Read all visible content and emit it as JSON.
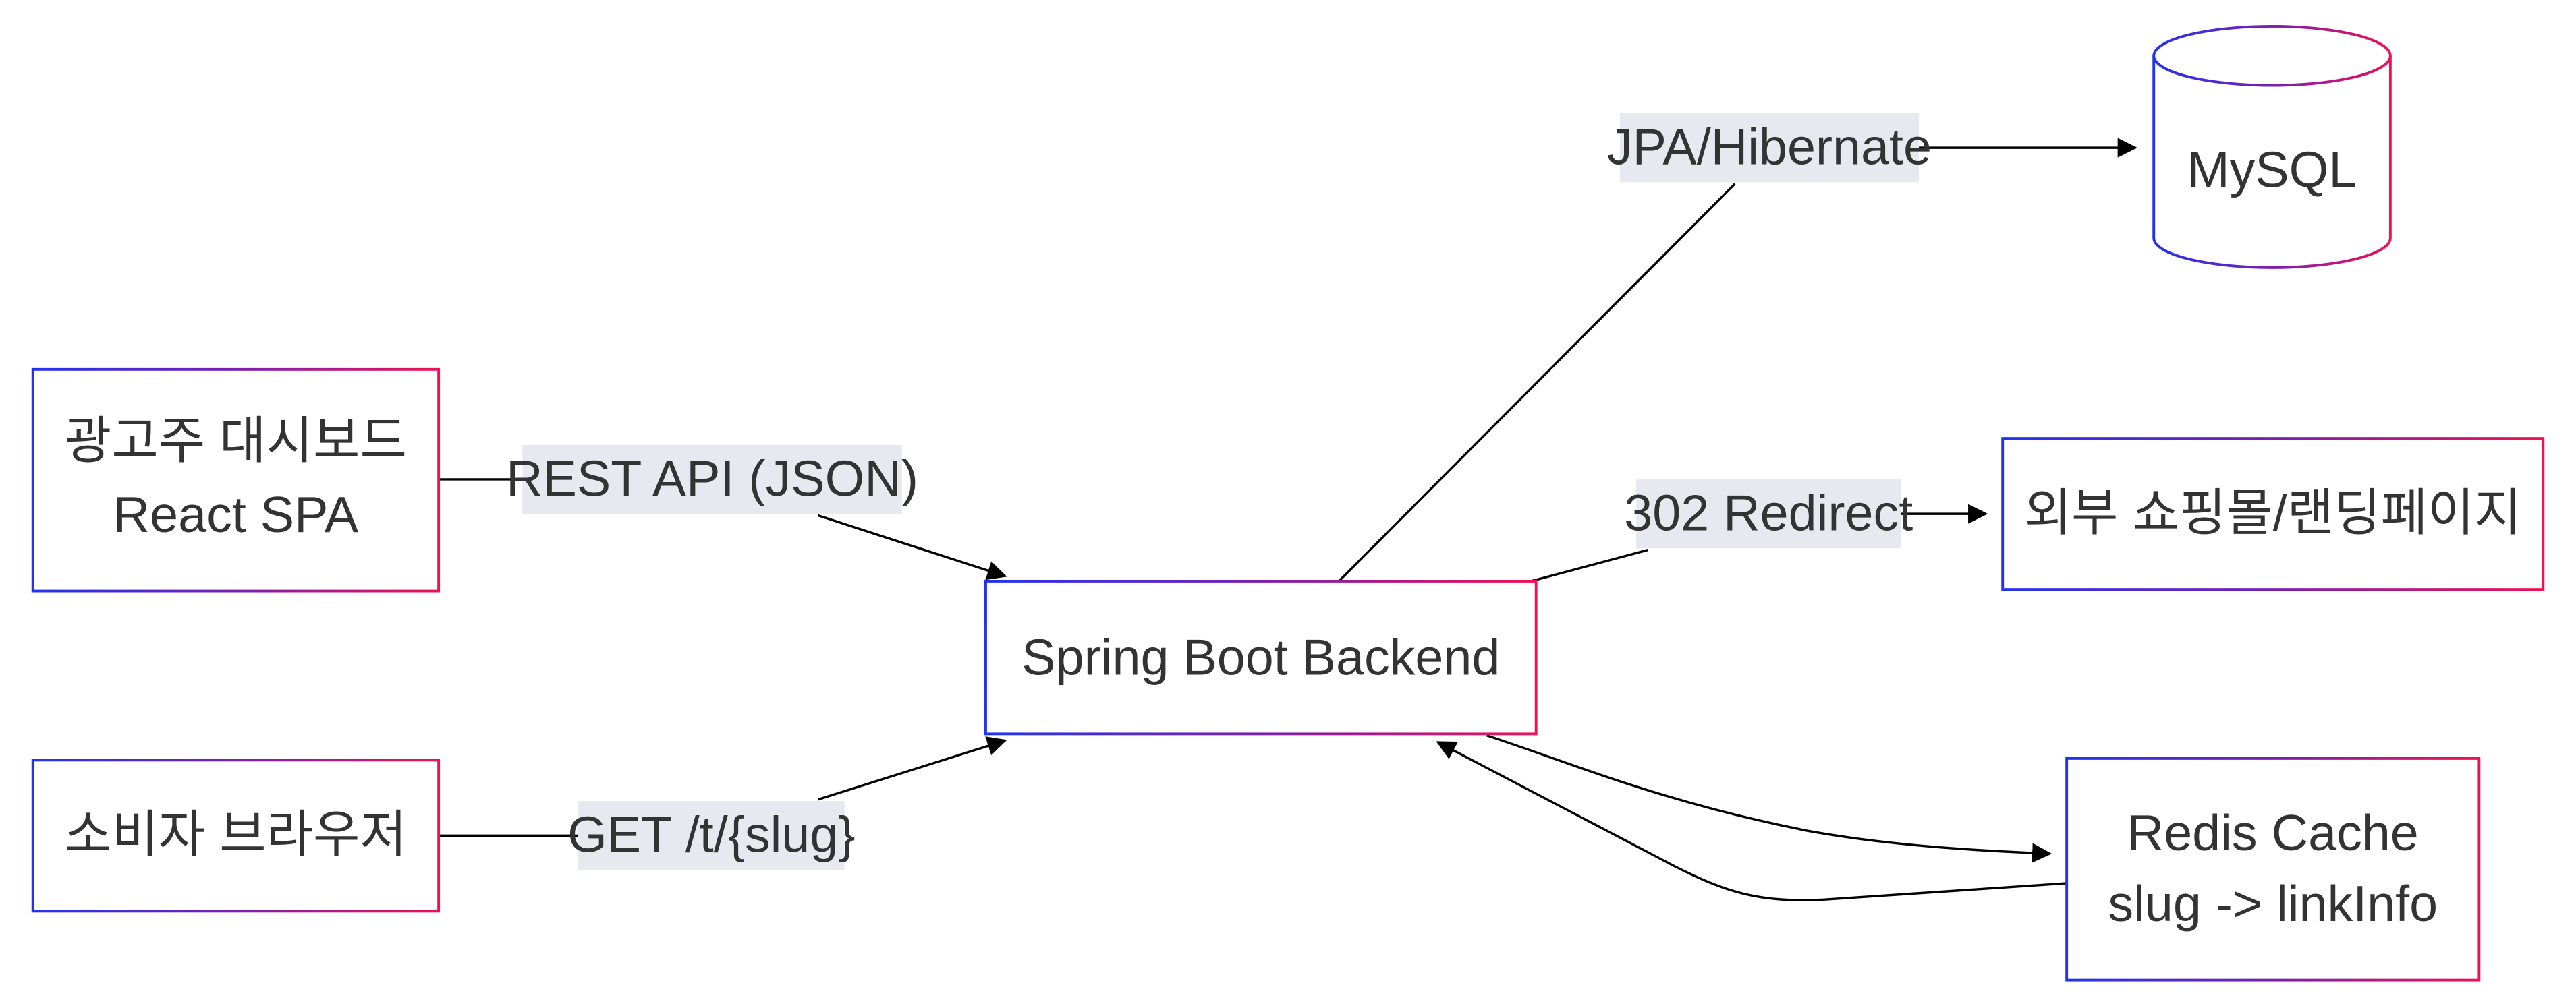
{
  "diagram": {
    "nodes": {
      "dashboard": {
        "line1": "광고주 대시보드",
        "line2": "React SPA"
      },
      "browser": {
        "label": "소비자 브라우저"
      },
      "backend": {
        "label": "Spring Boot Backend"
      },
      "mysql": {
        "label": "MySQL"
      },
      "external": {
        "label": "외부 쇼핑몰/랜딩페이지"
      },
      "redis": {
        "line1": "Redis Cache",
        "line2": "slug -> linkInfo"
      }
    },
    "edges": {
      "rest_api": {
        "label": "REST API (JSON)"
      },
      "get_slug": {
        "label": "GET /t/{slug}"
      },
      "jpa": {
        "label": "JPA/Hibernate"
      },
      "redirect": {
        "label": "302 Redirect"
      }
    },
    "colors": {
      "node_border_start": "#2233ee",
      "node_border_end": "#ee1155",
      "label_background": "#e8e8f1",
      "text": "#333333",
      "edge": "#000000"
    }
  }
}
